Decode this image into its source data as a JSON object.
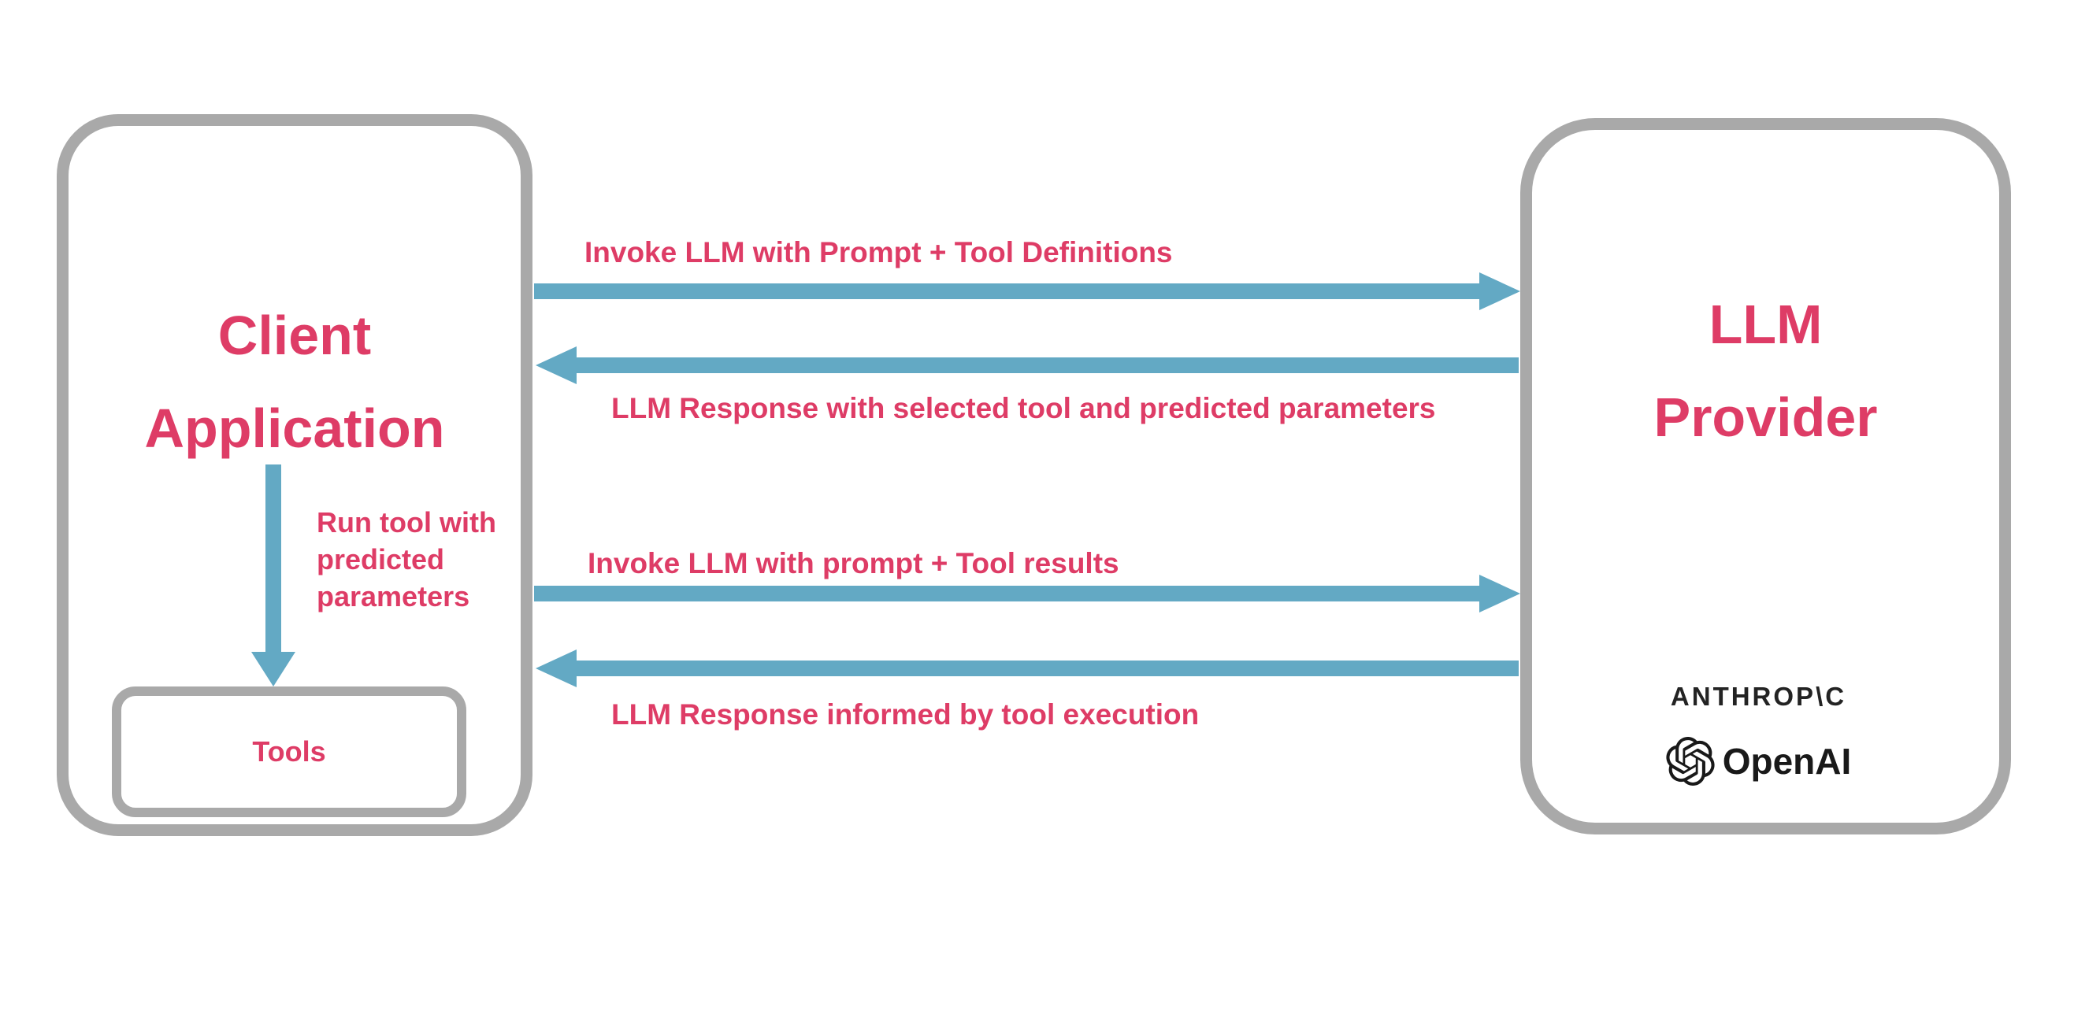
{
  "diagram": {
    "client_box": {
      "title": "Client\nApplication"
    },
    "tools_box": {
      "label": "Tools"
    },
    "llm_box": {
      "title": "LLM\nProvider"
    },
    "providers": {
      "anthropic_wordmark": "ANTHROP\\C",
      "openai_wordmark": "OpenAI"
    },
    "down_arrow": {
      "label": "Run tool with\npredicted\nparameters"
    },
    "arrows": [
      {
        "direction": "right",
        "label": "Invoke LLM with Prompt + Tool Definitions"
      },
      {
        "direction": "left",
        "label": "LLM Response with selected tool and predicted parameters"
      },
      {
        "direction": "right",
        "label": "Invoke LLM with prompt + Tool results"
      },
      {
        "direction": "left",
        "label": "LLM Response informed by tool execution"
      }
    ],
    "colors": {
      "accent_pink": "#de3c66",
      "arrow_blue": "#63a9c4",
      "border_gray": "#a9a9a9",
      "logo_dark": "#212121",
      "background": "#ffffff"
    }
  }
}
